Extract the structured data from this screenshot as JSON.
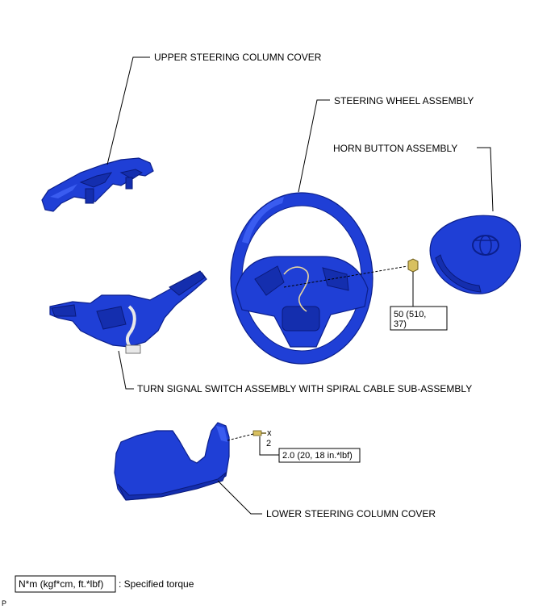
{
  "labels": {
    "upper_cover": "UPPER STEERING COLUMN COVER",
    "steering_wheel": "STEERING WHEEL ASSEMBLY",
    "horn_button": "HORN BUTTON ASSEMBLY",
    "turn_signal": "TURN SIGNAL SWITCH ASSEMBLY WITH SPIRAL CABLE SUB-ASSEMBLY",
    "lower_cover": "LOWER STEERING COLUMN COVER"
  },
  "torques": {
    "wheel_nut_line1": "50 (510,",
    "wheel_nut_line2": "37)",
    "screw": "2.0 (20, 18 in.*lbf)"
  },
  "quantity": {
    "x": "x",
    "count": "2"
  },
  "legend": {
    "units": "N*m (kgf*cm, ft.*lbf)",
    "description": ": Specified torque"
  },
  "corner_mark": "P",
  "colors": {
    "part_fill": "#1f3fd6",
    "part_stroke": "#0b1f8c"
  }
}
